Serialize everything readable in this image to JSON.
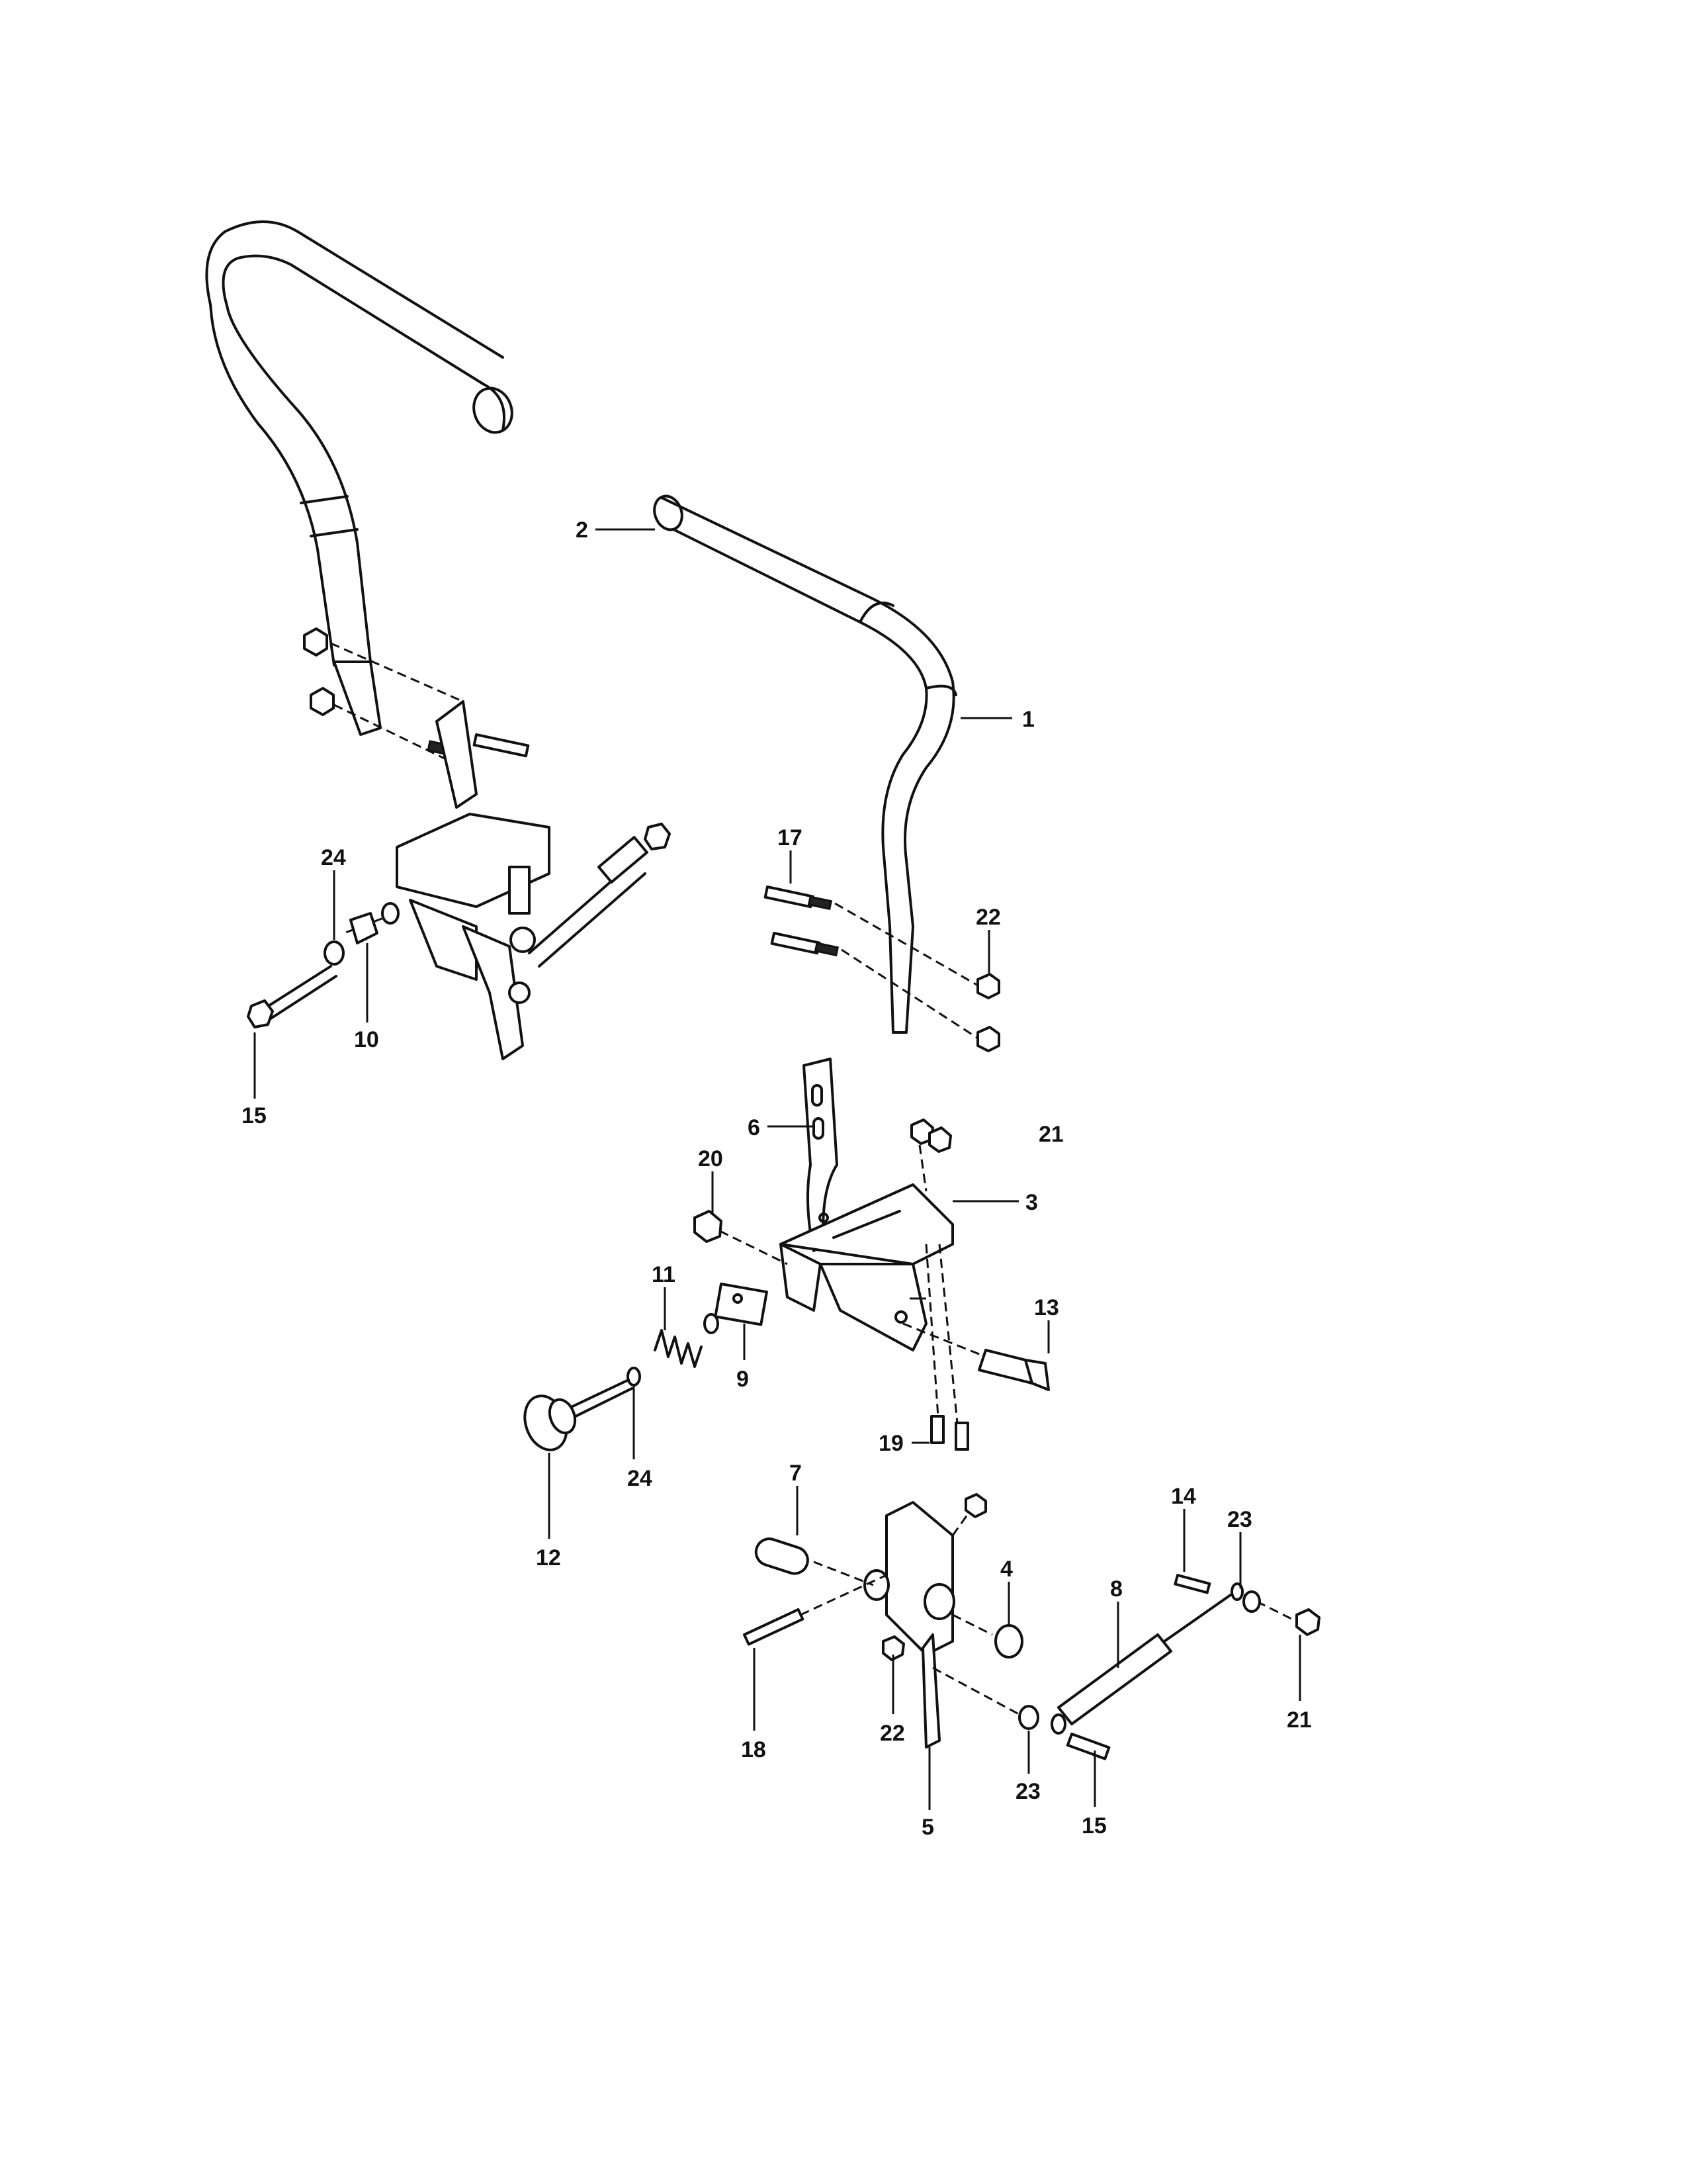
{
  "callouts": {
    "c1": "1",
    "c2": "2",
    "c3": "3",
    "c4": "4",
    "c5": "5",
    "c6": "6",
    "c7": "7",
    "c8": "8",
    "c9": "9",
    "c10": "10",
    "c11": "11",
    "c12": "12",
    "c13": "13",
    "c14": "14",
    "c15a": "15",
    "c15b": "15",
    "c17": "17",
    "c18": "18",
    "c19": "19",
    "c20": "20",
    "c21a": "21",
    "c21b": "21",
    "c22a": "22",
    "c22b": "22",
    "c23a": "23",
    "c23b": "23",
    "c24a": "24",
    "c24b": "24"
  }
}
